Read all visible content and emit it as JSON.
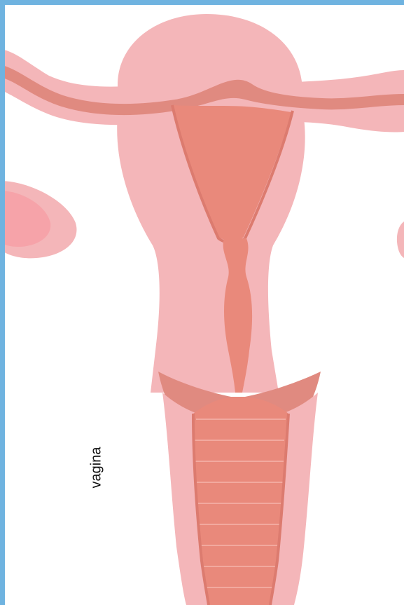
{
  "labels": {
    "vagina": "vagina"
  },
  "colors": {
    "frame_border": "#6fb3e0",
    "background": "#ffffff",
    "tissue_light": "#f4b6b9",
    "tissue_medium": "#ec9f98",
    "tissue_dark": "#df7c70",
    "cavity": "#e9897b",
    "ovary_inner": "#f6a3a9"
  },
  "icons": [
    "uterus-illustration",
    "ovary-left",
    "ovary-right"
  ]
}
